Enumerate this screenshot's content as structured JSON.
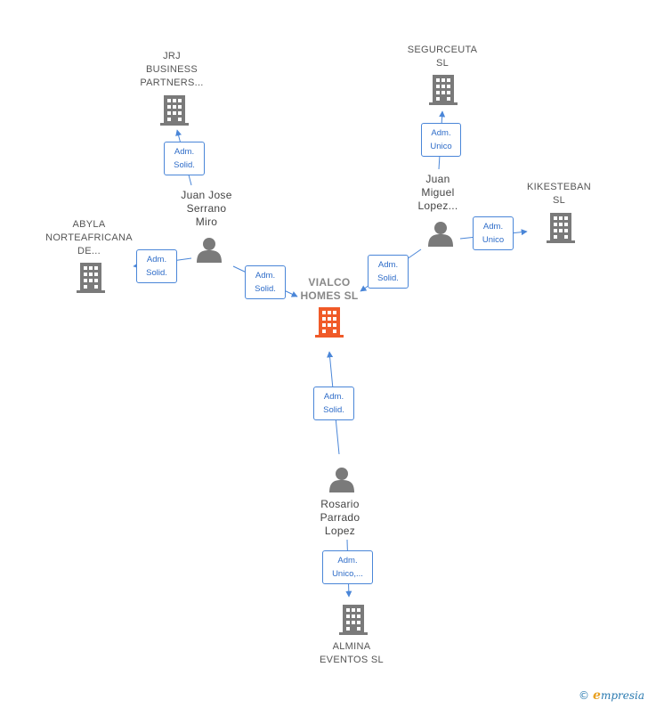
{
  "colors": {
    "edge": "#4a86d8",
    "icon_gray": "#7a7a7a",
    "icon_main": "#f05a28"
  },
  "nodes": {
    "main": {
      "line1": "VIALCO",
      "line2": "HOMES  SL",
      "icon": "building-icon"
    },
    "jrj": {
      "line1": "JRJ",
      "line2": "BUSINESS",
      "line3": "PARTNERS...",
      "icon": "building-icon"
    },
    "segurceuta": {
      "line1": "SEGURCEUTA",
      "line2": "SL",
      "icon": "building-icon"
    },
    "kikesteban": {
      "line1": "KIKESTEBAN",
      "line2": "SL",
      "icon": "building-icon"
    },
    "abyla": {
      "line1": "ABYLA",
      "line2": "NORTEAFRICANA",
      "line3": "DE...",
      "icon": "building-icon"
    },
    "almina": {
      "line1": "ALMINA",
      "line2": "EVENTOS  SL",
      "icon": "building-icon"
    },
    "juan_jose": {
      "line1": "Juan Jose",
      "line2": "Serrano",
      "line3": "Miro",
      "icon": "person-icon"
    },
    "juan_miguel": {
      "line1": "Juan",
      "line2": "Miguel",
      "line3": "Lopez...",
      "icon": "person-icon"
    },
    "rosario": {
      "line1": "Rosario",
      "line2": "Parrado",
      "line3": "Lopez",
      "icon": "person-icon"
    }
  },
  "edges": {
    "jj_jrj": {
      "line1": "Adm.",
      "line2": "Solid."
    },
    "jj_abyla": {
      "line1": "Adm.",
      "line2": "Solid."
    },
    "jj_main": {
      "line1": "Adm.",
      "line2": "Solid."
    },
    "jm_seg": {
      "line1": "Adm.",
      "line2": "Unico"
    },
    "jm_kik": {
      "line1": "Adm.",
      "line2": "Unico"
    },
    "jm_main": {
      "line1": "Adm.",
      "line2": "Solid."
    },
    "ro_main": {
      "line1": "Adm.",
      "line2": "Solid."
    },
    "ro_alm": {
      "line1": "Adm.",
      "line2": "Unico,..."
    }
  },
  "footer": {
    "copyright": "©",
    "brand_e": "e",
    "brand_rest": "mpresia"
  }
}
